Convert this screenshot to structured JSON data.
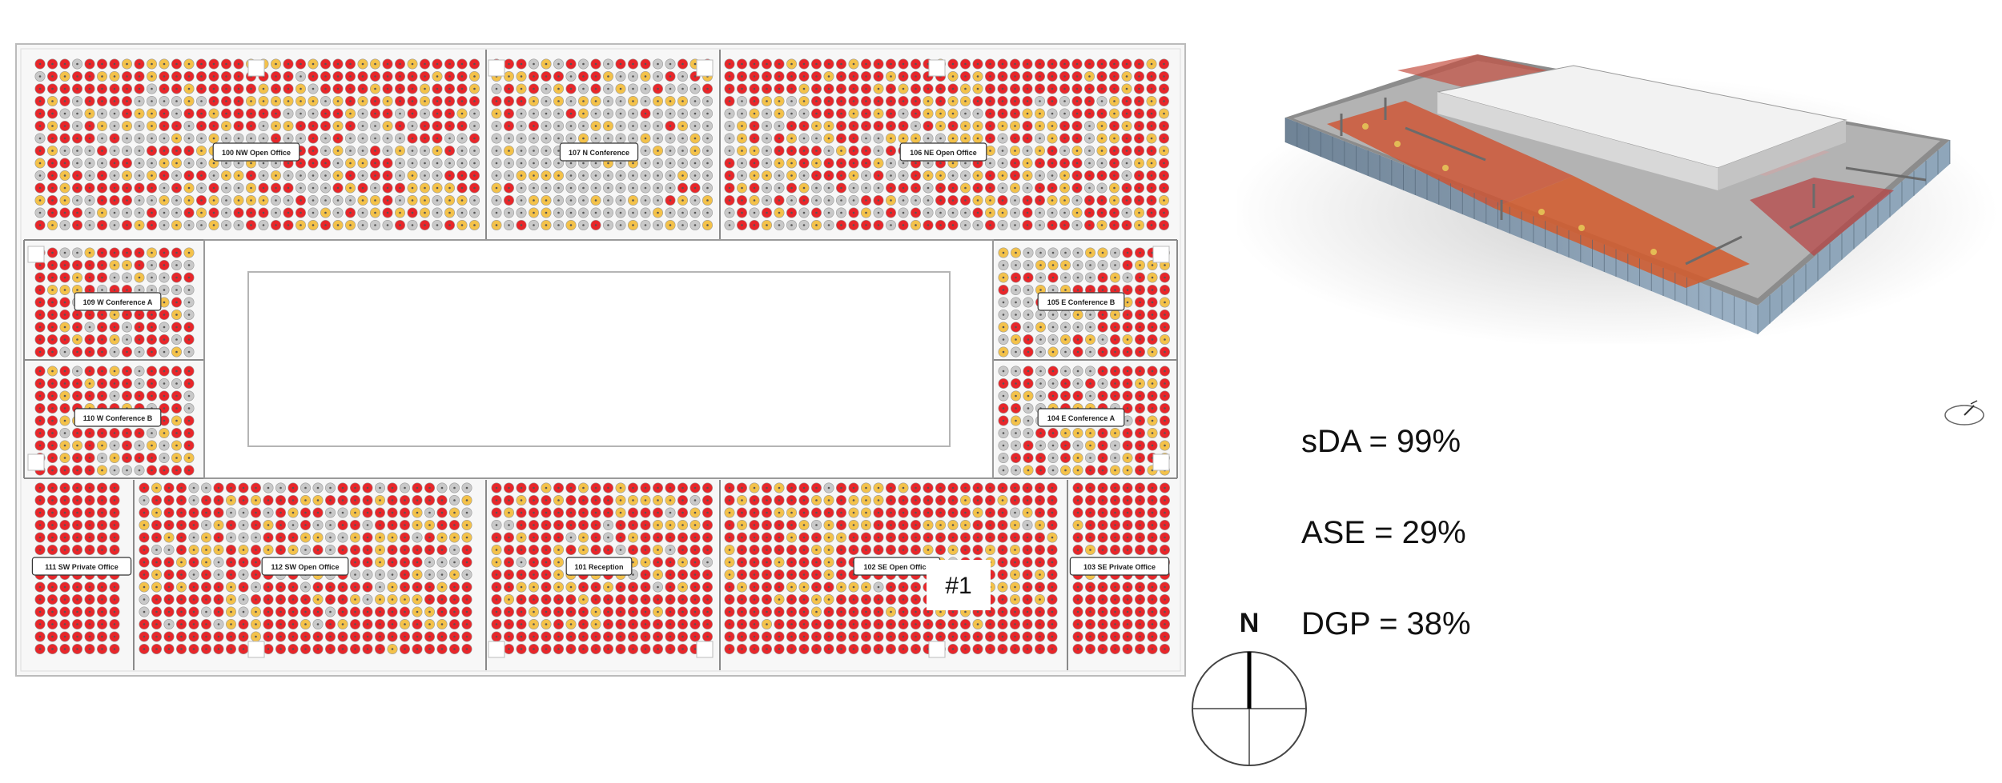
{
  "floor_plan": {
    "rooms": [
      {
        "id": "r100",
        "label": "100 NW Open Office"
      },
      {
        "id": "r107",
        "label": "107 N Conference"
      },
      {
        "id": "r106",
        "label": "106 NE Open Office"
      },
      {
        "id": "r109",
        "label": "109 W Conference A"
      },
      {
        "id": "r105",
        "label": "105 E Conference B"
      },
      {
        "id": "r110",
        "label": "110 W Conference B"
      },
      {
        "id": "r104",
        "label": "104 E Conference A"
      },
      {
        "id": "r111",
        "label": "111 SW Private Office"
      },
      {
        "id": "r112",
        "label": "112 SW Open Office"
      },
      {
        "id": "r101",
        "label": "101 Reception"
      },
      {
        "id": "r102",
        "label": "102 SE Open Office"
      },
      {
        "id": "r103",
        "label": "103 SE Private Office"
      }
    ],
    "marker": "#1",
    "colors": {
      "red": "#e8262a",
      "yellow": "#f4c24a",
      "gray": "#c9c9c9",
      "grid": "#bdbdbd",
      "wall": "#8a8a8a"
    }
  },
  "metrics": [
    {
      "id": "sda",
      "text": "sDA = 99%"
    },
    {
      "id": "ase",
      "text": "ASE = 29%"
    },
    {
      "id": "dgp",
      "text": "DGP = 38%"
    }
  ],
  "compass": {
    "label": "N"
  }
}
